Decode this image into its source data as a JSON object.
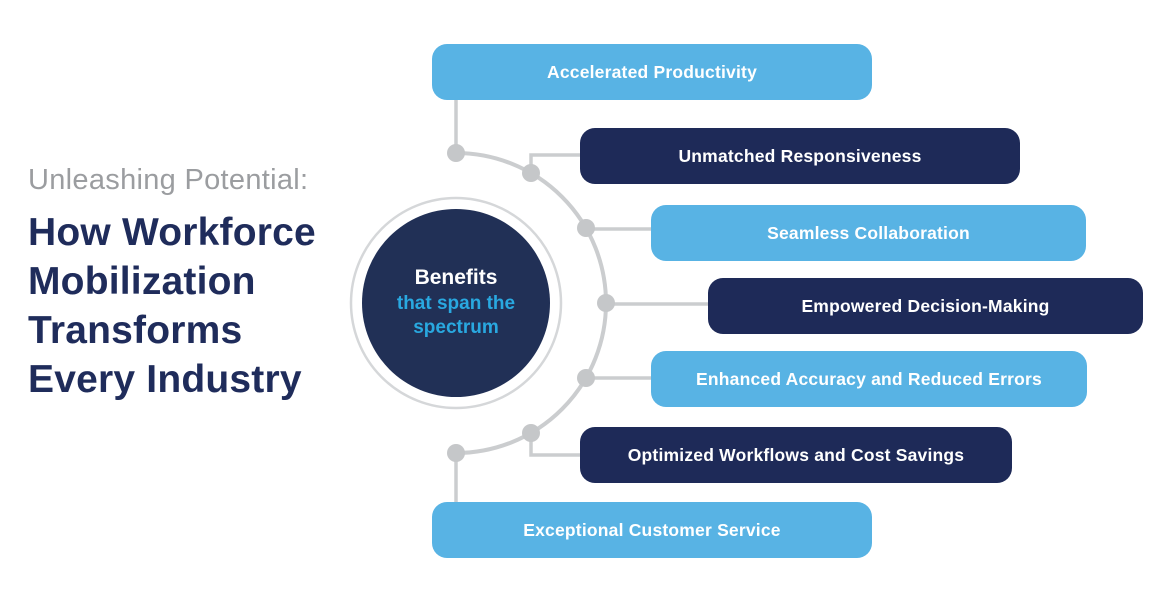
{
  "title": {
    "eyebrow": "Unleashing Potential:",
    "lines": [
      "How Workforce",
      "Mobilization",
      "Transforms",
      "Every Industry"
    ]
  },
  "center": {
    "heading": "Benefits",
    "subheading": "that span the spectrum"
  },
  "bars": [
    {
      "label": "Accelerated Productivity",
      "variant": "light"
    },
    {
      "label": "Unmatched Responsiveness",
      "variant": "dark"
    },
    {
      "label": "Seamless Collaboration",
      "variant": "light"
    },
    {
      "label": "Empowered Decision-Making",
      "variant": "dark"
    },
    {
      "label": "Enhanced Accuracy and Reduced Errors",
      "variant": "light"
    },
    {
      "label": "Optimized Workflows and Cost Savings",
      "variant": "dark"
    },
    {
      "label": "Exceptional Customer Service",
      "variant": "light"
    }
  ],
  "colors": {
    "bar_light": "#58B3E4",
    "bar_dark": "#1E2A58",
    "circle_fill": "#213056",
    "accent_cyan": "#29A8E0",
    "title_gray": "#9B9DA0",
    "title_navy": "#1F2C5B",
    "connector_gray": "#CBCDCF",
    "dot_gray": "#C5C7C9",
    "ring_gray": "#D5D7D9"
  }
}
